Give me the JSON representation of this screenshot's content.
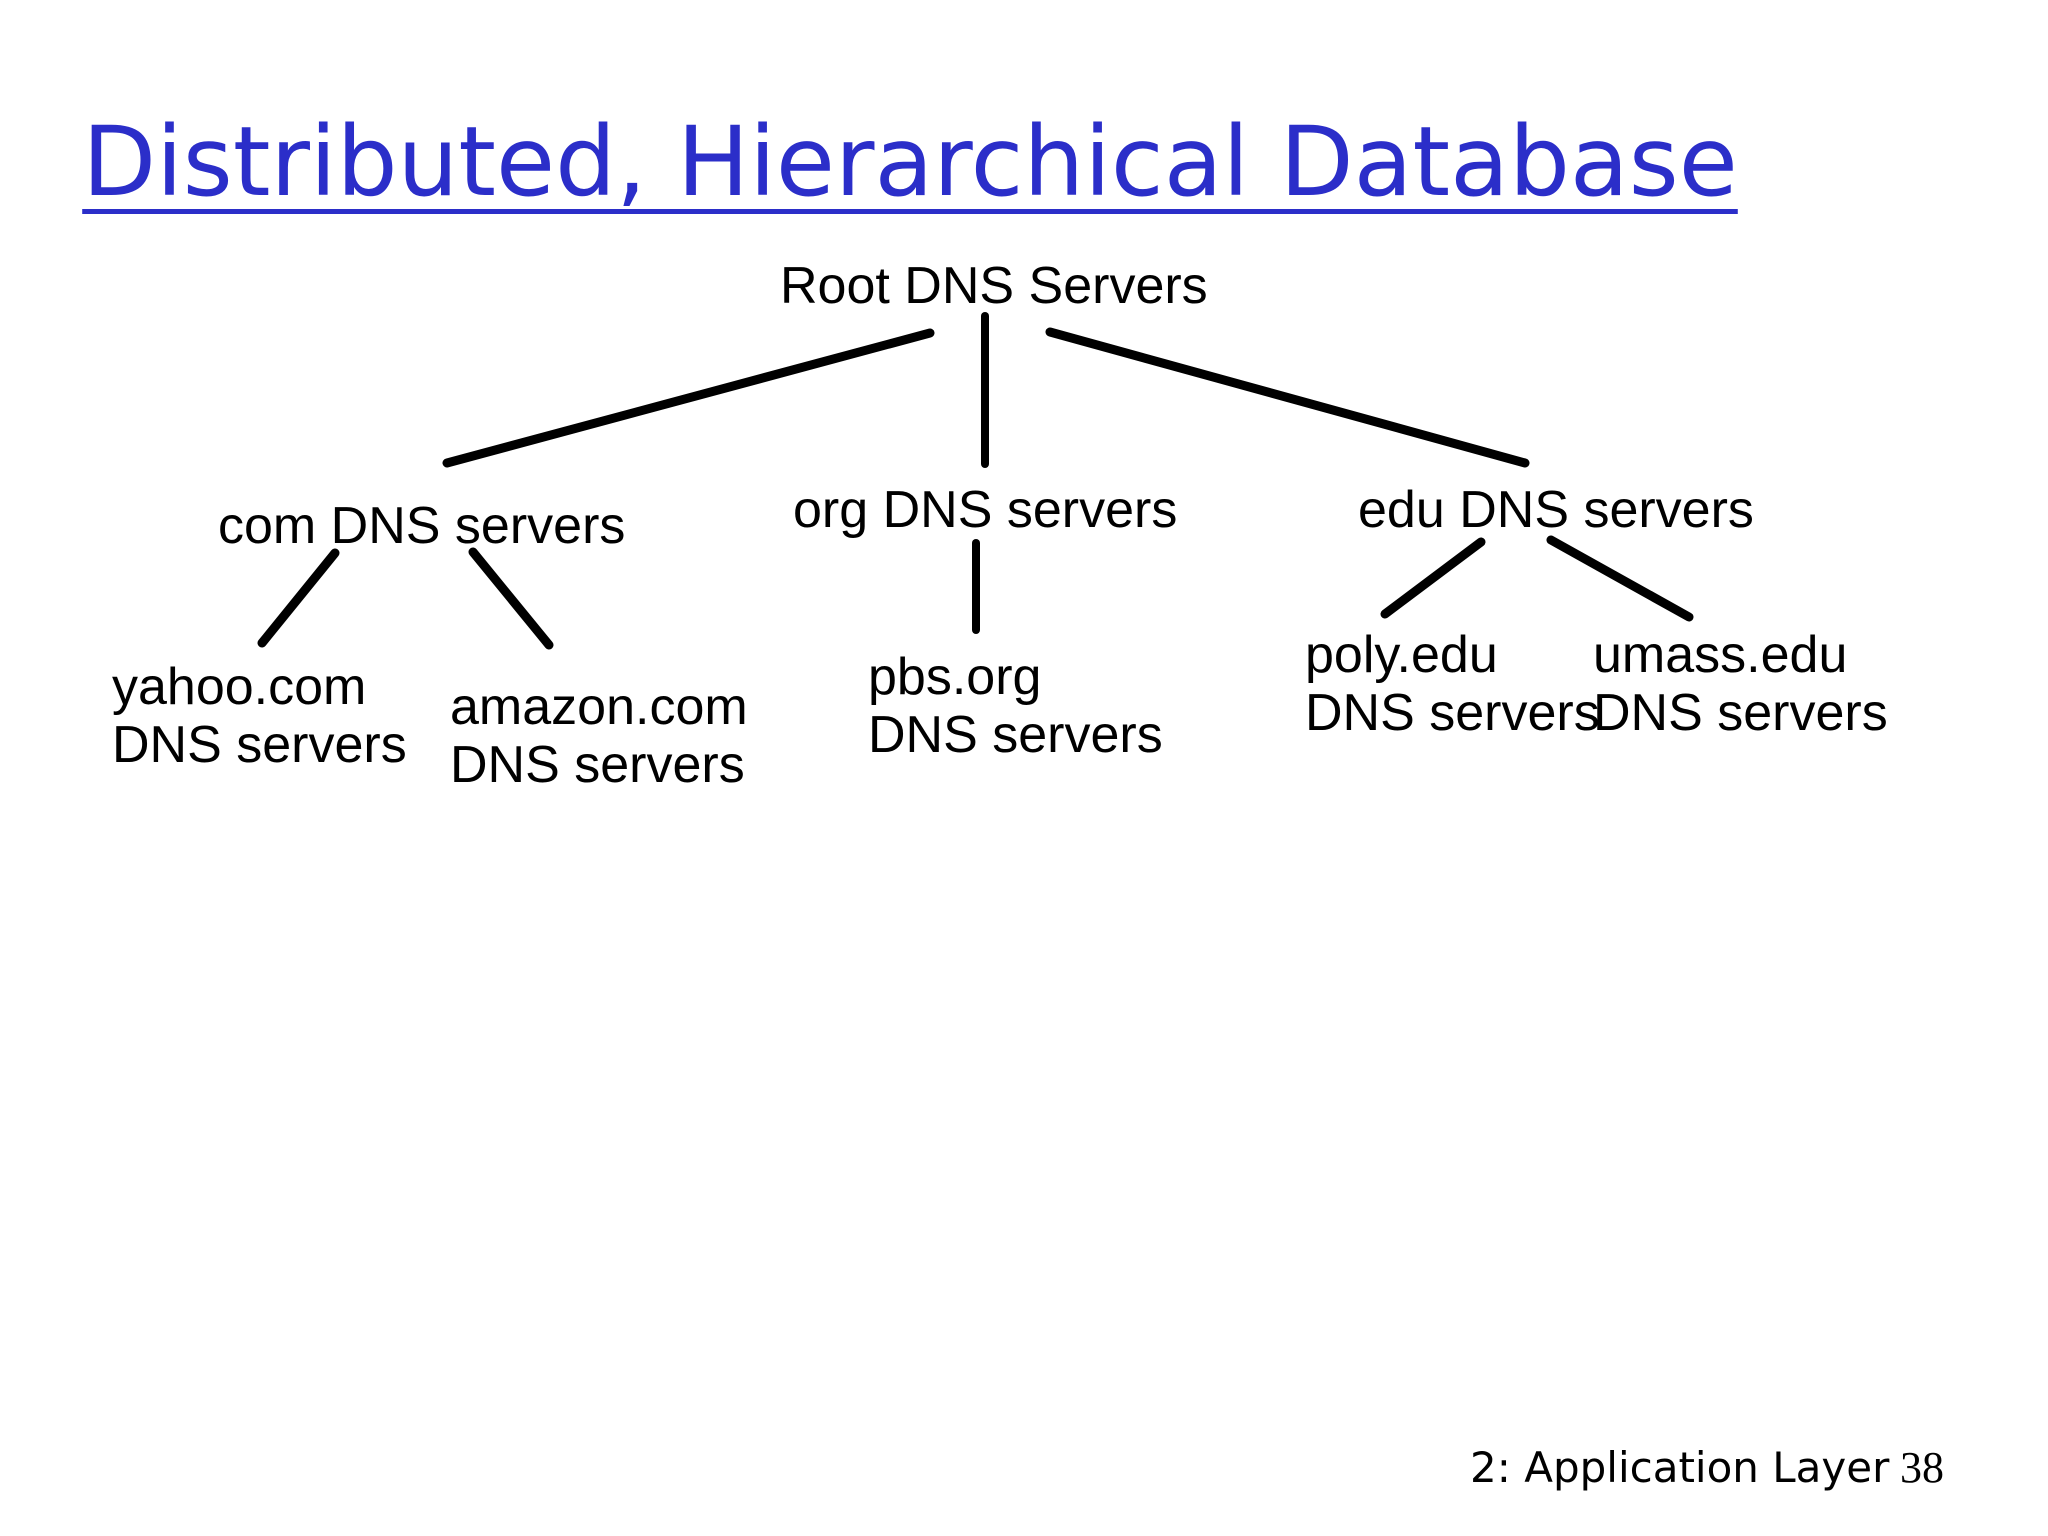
{
  "slide": {
    "title": "Distributed, Hierarchical Database",
    "title_color": "#2b2ec9",
    "background": "#ffffff",
    "text_color": "#000000"
  },
  "diagram": {
    "type": "tree",
    "nodes": {
      "root": {
        "label": "Root DNS Servers"
      },
      "com": {
        "label": "com DNS servers"
      },
      "org": {
        "label": "org DNS servers"
      },
      "edu": {
        "label": "edu DNS servers"
      },
      "yahoo": {
        "label": "yahoo.com\nDNS servers"
      },
      "amazon": {
        "label": "amazon.com\nDNS servers"
      },
      "pbs": {
        "label": "pbs.org\nDNS servers"
      },
      "poly": {
        "label": "poly.edu\nDNS servers"
      },
      "umass": {
        "label": "umass.edu\nDNS servers"
      }
    },
    "edges": [
      {
        "from": "root",
        "to": "com"
      },
      {
        "from": "root",
        "to": "org"
      },
      {
        "from": "root",
        "to": "edu"
      },
      {
        "from": "com",
        "to": "yahoo"
      },
      {
        "from": "com",
        "to": "amazon"
      },
      {
        "from": "org",
        "to": "pbs"
      },
      {
        "from": "edu",
        "to": "poly"
      },
      {
        "from": "edu",
        "to": "umass"
      }
    ]
  },
  "footer": {
    "label": "2: Application Layer",
    "page_number": "38"
  }
}
